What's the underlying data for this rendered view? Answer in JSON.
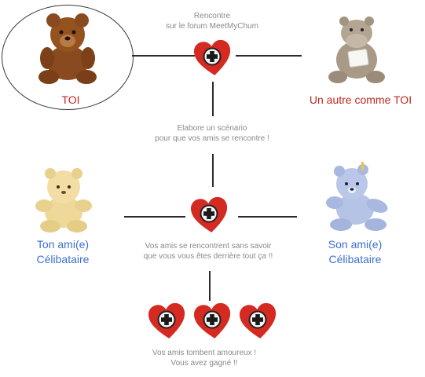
{
  "top": {
    "caption_line1": "Rencontre",
    "caption_line2": "sur le forum MeetMyChum",
    "you_label": "TOI",
    "other_label": "Un autre comme TOI"
  },
  "middle": {
    "caption_line1": "Elabore un scénario",
    "caption_line2": "pour que vos amis se rencontre !",
    "left_line1": "Ton ami(e)",
    "left_line2": "Célibataire",
    "right_line1": "Son ami(e)",
    "right_line2": "Célibataire"
  },
  "lower": {
    "caption_line1": "Vos amis se rencontrent sans savoir",
    "caption_line2": "que vous vous êtes derrière tout ça !!"
  },
  "bottom": {
    "caption_line1": "Vos amis tombent amoureux !",
    "caption_line2": "Vous avez gagné !!"
  },
  "colors": {
    "heart": "#d42a22",
    "label_red": "#c0281e",
    "label_blue": "#3d6fd0",
    "caption": "#8a8a8a"
  },
  "icons": [
    "brown-teddy-bear",
    "grey-hippo-plush",
    "yellow-teddy-bear",
    "blue-teddy-bear",
    "heart-cross-icon"
  ]
}
